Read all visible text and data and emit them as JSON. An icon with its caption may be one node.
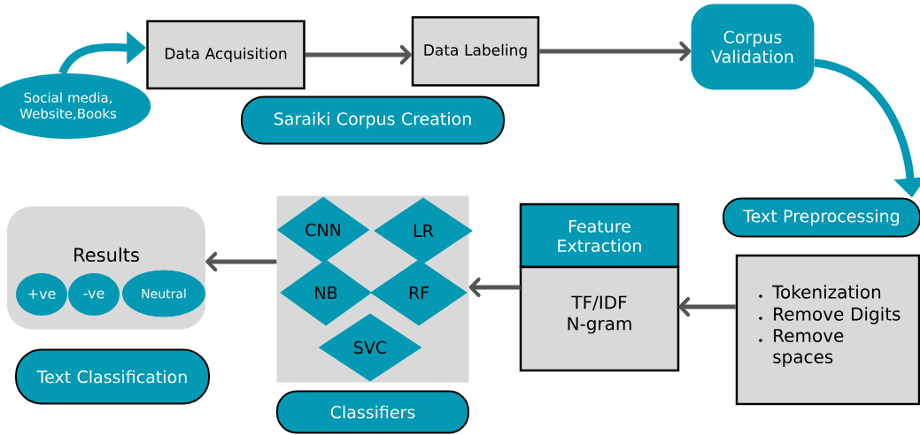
{
  "diagram": {
    "nodes": [
      {
        "text": [
          "Social media, Website,Books"
        ]
      },
      {
        "text": [
          "Data Acquisition"
        ]
      },
      {
        "text": [
          "Data Labeling"
        ]
      },
      {
        "text": [
          "Corpus Validation"
        ]
      },
      {
        "text": [
          "Saraiki Corpus Creation"
        ]
      },
      {
        "text": [
          "Text Preprocessing"
        ]
      },
      {
        "text": [
          "Results"
        ]
      },
      {
        "text": [
          "+ve"
        ],
        "in": 6
      },
      {
        "text": [
          "-ve"
        ],
        "in": 6
      },
      {
        "text": [
          "Neutral"
        ],
        "in": 6
      },
      {
        "text": [],
        "shape": "box"
      },
      {
        "text": [
          "CNN"
        ],
        "in": 10
      },
      {
        "text": [
          "LR"
        ],
        "in": 10
      },
      {
        "text": [
          "NB"
        ],
        "in": 10
      },
      {
        "text": [
          "RF"
        ],
        "in": 10
      },
      {
        "text": [
          "SVC"
        ],
        "in": 10
      },
      {
        "text": [
          "Feature Extraction",
          "TF/IDF N-gram"
        ]
      },
      {
        "text": [
          "Tokenization",
          "Remove Digits",
          "Remove spaces"
        ]
      },
      {
        "text": [
          "Text Classification"
        ]
      },
      {
        "text": [
          "Classifiers"
        ]
      }
    ],
    "edges": [
      {
        "from": 0,
        "to": 1,
        "arrow": "to",
        "style": "thick",
        "color": "#0399b4"
      },
      {
        "from": 1,
        "to": 2,
        "arrow": "to"
      },
      {
        "from": 2,
        "to": 3,
        "arrow": "to"
      },
      {
        "from": 3,
        "to": 5,
        "arrow": "to",
        "style": "thick",
        "color": "#0399b4"
      },
      {
        "from": 17,
        "to": 16,
        "arrow": "to"
      },
      {
        "from": 16,
        "to": 10,
        "arrow": "to"
      },
      {
        "from": 10,
        "to": 6,
        "arrow": "to"
      }
    ]
  }
}
